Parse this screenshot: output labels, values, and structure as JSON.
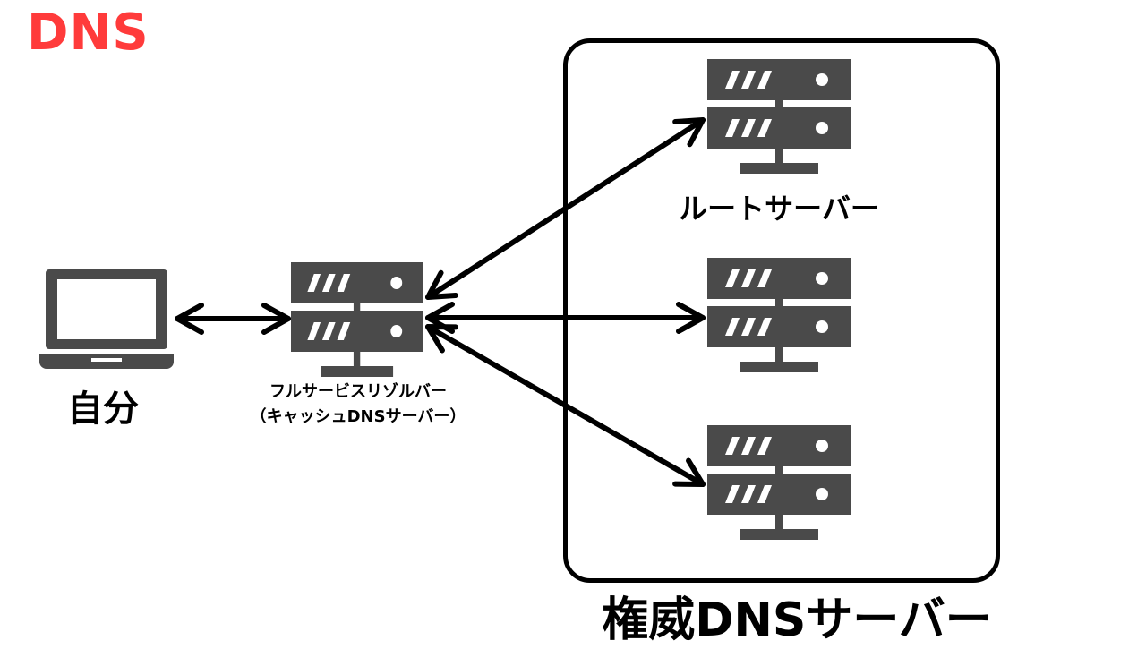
{
  "title": "DNS",
  "nodes": {
    "client": {
      "label": "自分"
    },
    "resolver": {
      "label_line1": "フルサービスリゾルバー",
      "label_line2": "（キャッシュDNSサーバー）"
    },
    "root": {
      "label": "ルートサーバー"
    },
    "authoritative_group": {
      "label": "権威DNSサーバー"
    }
  },
  "colors": {
    "title": "#ff3b3b",
    "device": "#4a4a4a",
    "arrow": "#000000",
    "background": "#ffffff"
  },
  "icons": [
    "laptop-icon",
    "server-icon"
  ]
}
